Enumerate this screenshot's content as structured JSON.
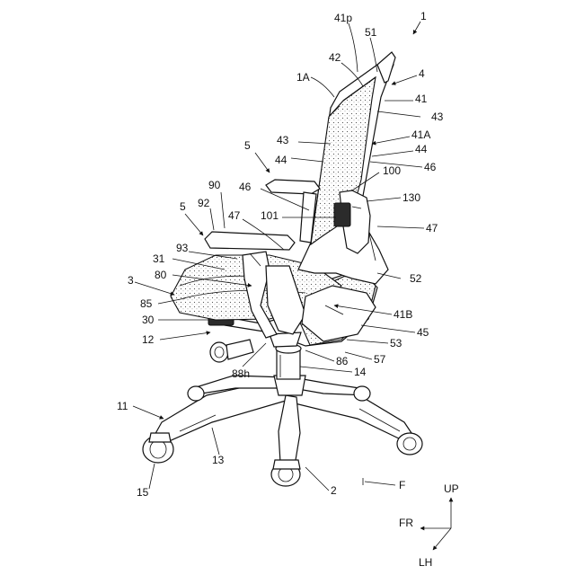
{
  "figure": {
    "labels": {
      "l1": "1",
      "l1A": "1A",
      "l41p": "41p",
      "l51": "51",
      "l42": "42",
      "l4": "4",
      "l41": "41",
      "l43a": "43",
      "l43b": "43",
      "l41A": "41A",
      "l44a": "44",
      "l44b": "44",
      "l46a": "46",
      "l46b": "46",
      "l5a": "5",
      "l5b": "5",
      "l100": "100",
      "l130": "130",
      "l90": "90",
      "l92": "92",
      "l47a": "47",
      "l47b": "47",
      "l101": "101",
      "l93": "93",
      "l31": "31",
      "l3": "3",
      "l80": "80",
      "l85": "85",
      "l52": "52",
      "l41B": "41B",
      "l30": "30",
      "l45": "45",
      "l12": "12",
      "l53": "53",
      "l86": "86",
      "l57": "57",
      "l88h": "88h",
      "l14": "14",
      "l11": "11",
      "l13": "13",
      "l15": "15",
      "l2": "2",
      "lF": "F"
    },
    "axes": {
      "up": "UP",
      "fr": "FR",
      "lh": "LH"
    }
  }
}
